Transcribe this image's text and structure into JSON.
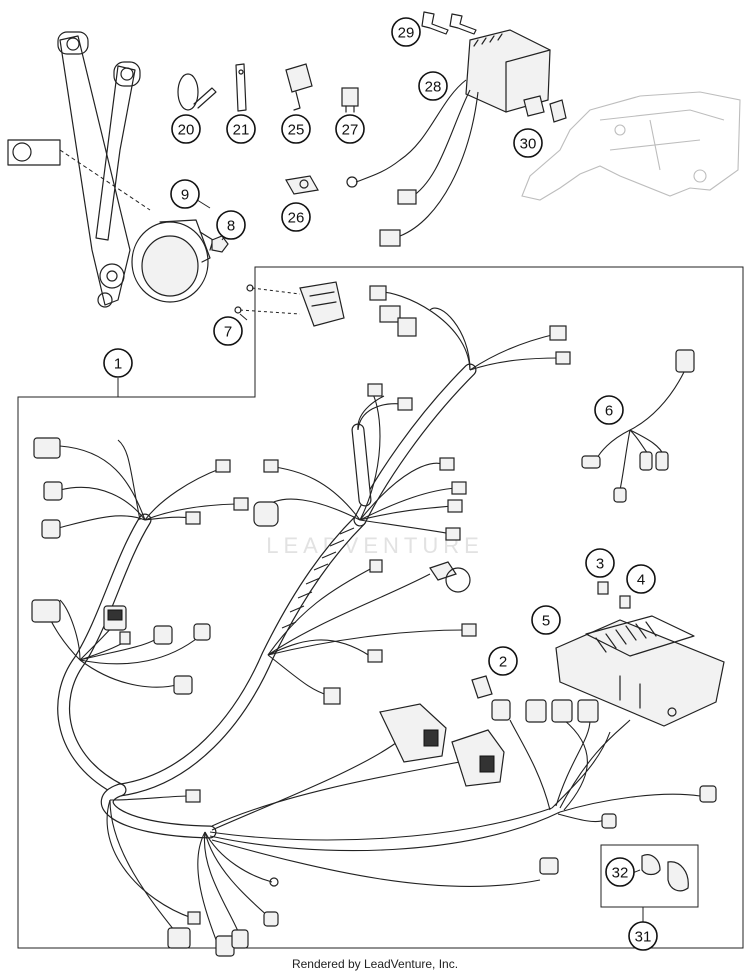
{
  "callouts": [
    {
      "id": "c1",
      "label": "1"
    },
    {
      "id": "c2",
      "label": "2"
    },
    {
      "id": "c3",
      "label": "3"
    },
    {
      "id": "c4",
      "label": "4"
    },
    {
      "id": "c5",
      "label": "5"
    },
    {
      "id": "c6",
      "label": "6"
    },
    {
      "id": "c7",
      "label": "7"
    },
    {
      "id": "c8",
      "label": "8"
    },
    {
      "id": "c9",
      "label": "9"
    },
    {
      "id": "c20",
      "label": "20"
    },
    {
      "id": "c21",
      "label": "21"
    },
    {
      "id": "c25",
      "label": "25"
    },
    {
      "id": "c26",
      "label": "26"
    },
    {
      "id": "c27",
      "label": "27"
    },
    {
      "id": "c28",
      "label": "28"
    },
    {
      "id": "c29",
      "label": "29"
    },
    {
      "id": "c30",
      "label": "30"
    },
    {
      "id": "c31",
      "label": "31"
    },
    {
      "id": "c32",
      "label": "32"
    }
  ],
  "watermark": "LEADVENTURE",
  "footer": "Rendered by LeadVenture, Inc."
}
